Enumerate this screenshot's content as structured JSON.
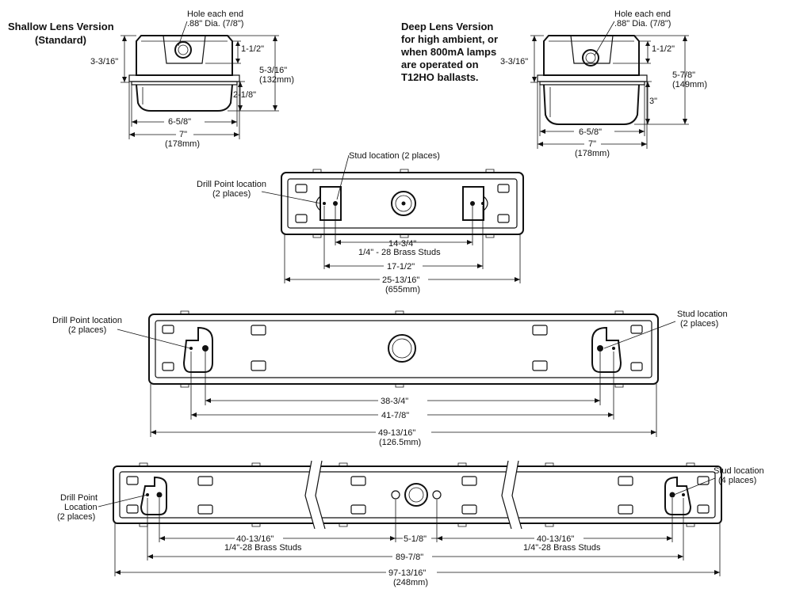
{
  "shallow": {
    "title_line1": "Shallow Lens Version",
    "title_line2": "(Standard)",
    "hole_line1": "Hole each end",
    "hole_line2": ".88\" Dia. (7/8\")",
    "dim_top_height": "3-3/16\"",
    "dim_knockout": "1-1/2\"",
    "dim_total_height": "5-3/16\"",
    "dim_total_height_mm": "(132mm)",
    "dim_lens_height": "2-1/8\"",
    "dim_inner_width": "6-5/8\"",
    "dim_outer_width": "7\"",
    "dim_outer_width_mm": "(178mm)"
  },
  "deep": {
    "title_line1": "Deep Lens Version",
    "title_line2": "for high ambient, or",
    "title_line3": "when 800mA lamps",
    "title_line4": "are operated on",
    "title_line5": "T12HO ballasts.",
    "hole_line1": "Hole each end",
    "hole_line2": ".88\" Dia. (7/8\")",
    "dim_top_height": "3-3/16\"",
    "dim_knockout": "1-1/2\"",
    "dim_total_height": "5-7/8\"",
    "dim_total_height_mm": "(149mm)",
    "dim_lens_height": "3\"",
    "dim_inner_width": "6-5/8\"",
    "dim_outer_width": "7\"",
    "dim_outer_width_mm": "(178mm)"
  },
  "fixture_2ft": {
    "stud_label": "Stud location (2 places)",
    "drill_line1": "Drill Point location",
    "drill_line2": "(2 places)",
    "dim_studs": "14-3/4\"",
    "dim_studs_sub": "1/4\" - 28 Brass Studs",
    "dim_drill": "17-1/2\"",
    "dim_length": "25-13/16\"",
    "dim_length_mm": "(655mm)"
  },
  "fixture_4ft": {
    "drill_line1": "Drill Point location",
    "drill_line2": "(2 places)",
    "stud_line1": "Stud location",
    "stud_line2": "(2 places)",
    "dim_studs": "38-3/4\"",
    "dim_drill": "41-7/8\"",
    "dim_length": "49-13/16\"",
    "dim_length_mm": "(126.5mm)"
  },
  "fixture_8ft": {
    "drill_line1": "Drill Point",
    "drill_line2": "Location",
    "drill_line3": "(2 places)",
    "stud_line1": "Stud location",
    "stud_line2": "(4 places)",
    "dim_left_studs": "40-13/16\"",
    "dim_left_studs_sub": "1/4\"-28 Brass Studs",
    "dim_center": "5-1/8\"",
    "dim_right_studs": "40-13/16\"",
    "dim_right_studs_sub": "1/4\"-28 Brass Studs",
    "dim_drill": "89-7/8\"",
    "dim_length": "97-13/16\"",
    "dim_length_mm": "(248mm)"
  }
}
